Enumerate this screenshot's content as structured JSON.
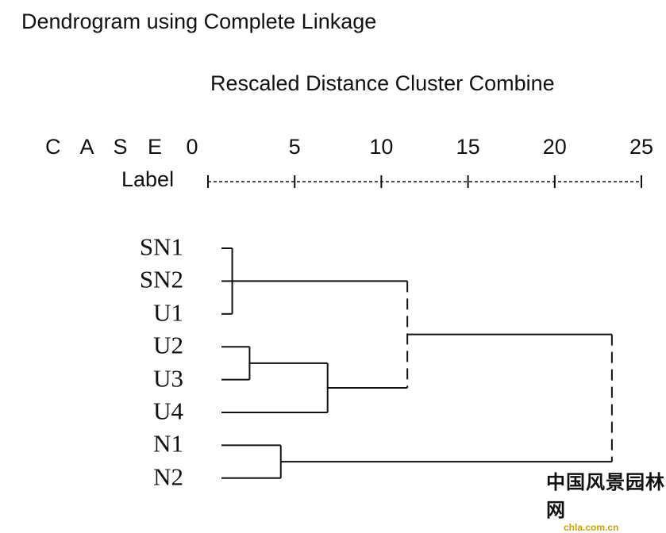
{
  "title": "Dendrogram using Complete Linkage",
  "chart_data": {
    "type": "dendrogram",
    "title": "Dendrogram using Complete Linkage",
    "xlabel": "Rescaled Distance Cluster Combine",
    "case_header": "C A S E",
    "label_header": "Label",
    "xticks": [
      "0",
      "5",
      "10",
      "15",
      "20",
      "25"
    ],
    "xlim": [
      0,
      25
    ],
    "leaves": [
      "SN1",
      "SN2",
      "U1",
      "U2",
      "U3",
      "U4",
      "N1",
      "N2"
    ],
    "merges": [
      {
        "id": "A",
        "children": [
          "SN1",
          "SN2",
          "U1"
        ],
        "distance": 1.4
      },
      {
        "id": "B",
        "children": [
          "U2",
          "U3"
        ],
        "distance": 2.4
      },
      {
        "id": "C",
        "children": [
          "N1",
          "N2"
        ],
        "distance": 4.2
      },
      {
        "id": "D",
        "children": [
          "B",
          "U4"
        ],
        "distance": 6.9
      },
      {
        "id": "E",
        "children": [
          "A",
          "D"
        ],
        "distance": 11.5
      },
      {
        "id": "F",
        "children": [
          "E",
          "C"
        ],
        "distance": 23.3
      }
    ]
  },
  "watermark": {
    "text": "中国风景园林网",
    "url": "chla.com.cn"
  }
}
